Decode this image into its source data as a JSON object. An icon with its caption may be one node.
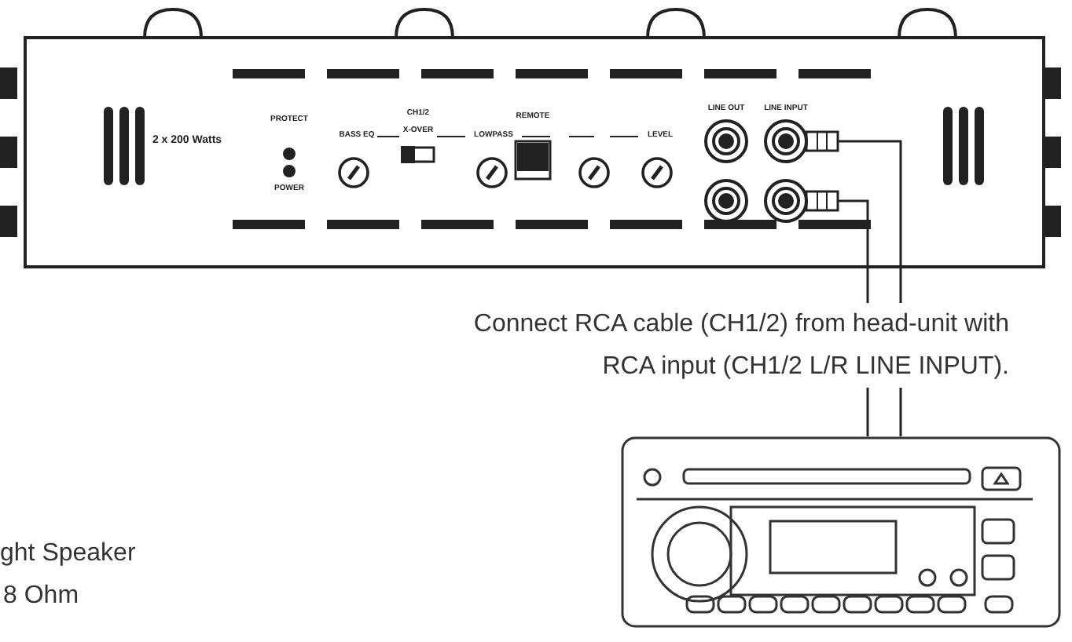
{
  "diagram": {
    "nodes": [
      {
        "text": [
          "2 x 200 Watts",
          "PROTECT",
          "POWER",
          "BASS EQ",
          "CH1/2",
          "X-OVER",
          "LOWPASS",
          "REMOTE",
          "LEVEL",
          "LINE OUT",
          "LINE INPUT"
        ]
      },
      {
        "text": [],
        "shape": "picture"
      }
    ],
    "edges": [
      {
        "from": 0,
        "to": 1,
        "arrow": "none"
      },
      {
        "from": 0,
        "to": 1,
        "arrow": "none"
      }
    ],
    "labels": [
      "Connect RCA cable (CH1/2) from head-unit with RCA input (CH1/2 L/R LINE INPUT).",
      "ght Speaker",
      "8 Ohm"
    ]
  }
}
